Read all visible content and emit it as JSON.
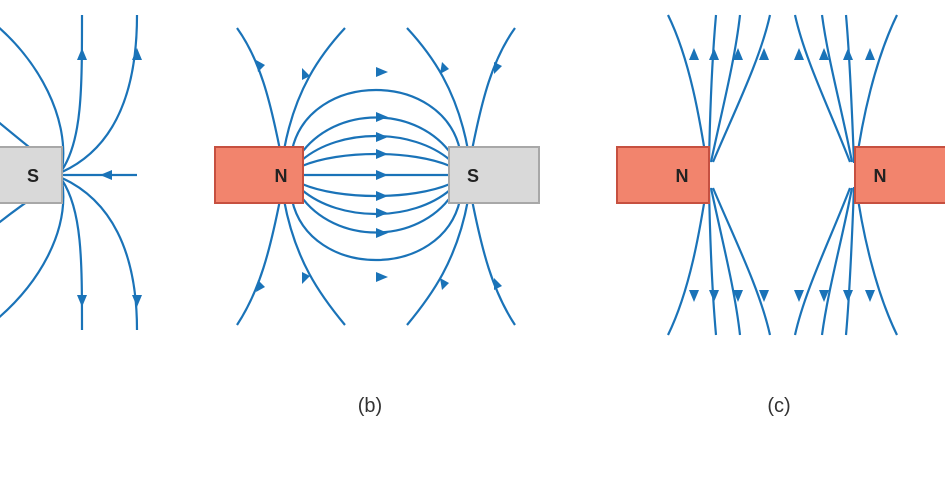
{
  "colors": {
    "field_line": "#1a73b8",
    "north_fill": "#f2846d",
    "north_edge": "#c65040",
    "south_fill": "#d9d9d9",
    "south_edge": "#a8a8a8"
  },
  "panel_a": {
    "right_magnet_label": "S"
  },
  "panel_b": {
    "left_magnet_label": "N",
    "right_magnet_label": "S",
    "caption": "(b)"
  },
  "panel_c": {
    "left_magnet_label": "N",
    "right_magnet_label": "N",
    "caption": "(c)"
  }
}
